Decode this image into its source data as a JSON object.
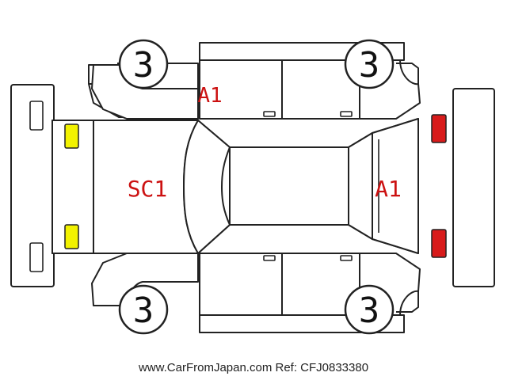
{
  "colors": {
    "defect_text": "#cc1111",
    "tire_text": "#111111",
    "front_lamp_fill": "#f2f200",
    "rear_lamp_fill": "#d81b1b",
    "outline": "#222222"
  },
  "tires": {
    "front_left": "3",
    "rear_left": "3",
    "front_right": "3",
    "rear_right": "3"
  },
  "defects": {
    "left_door_panel": "A1",
    "hood": "SC1",
    "rear_panel": "A1"
  },
  "caption": "www.CarFromJapan.com Ref: CFJ0833380"
}
